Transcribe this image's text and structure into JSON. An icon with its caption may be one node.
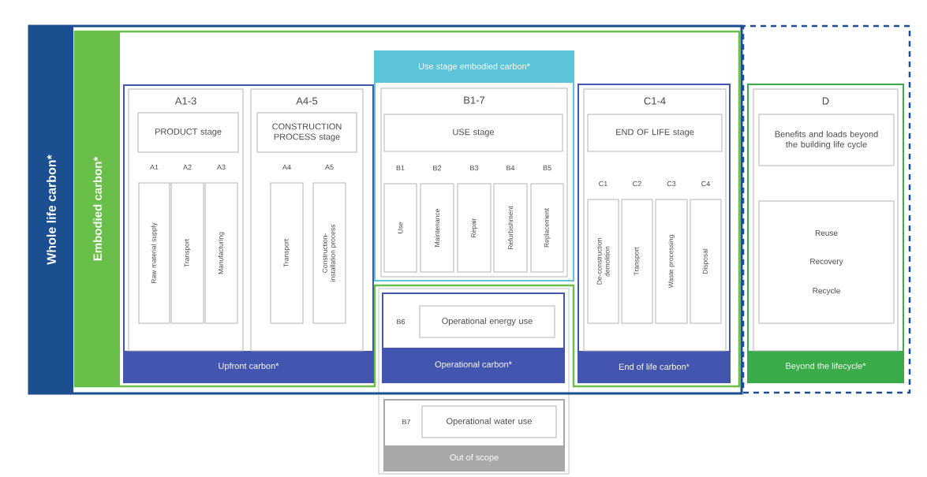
{
  "diagram": {
    "nodes": [
      {
        "text": [
          "Whole life carbon*"
        ]
      },
      {
        "text": [
          "Embodied carbon*"
        ],
        "in": 0
      },
      {
        "text": [
          "Upfront carbon*"
        ],
        "in": 1
      },
      {
        "text": [
          "A1-3"
        ],
        "in": 2
      },
      {
        "text": [
          "PRODUCT stage"
        ],
        "in": 3
      },
      {
        "text": [
          "Raw material supply"
        ],
        "in": 3,
        "beside": [
          "A1"
        ]
      },
      {
        "text": [
          "Transport"
        ],
        "in": 3,
        "beside": [
          "A2"
        ]
      },
      {
        "text": [
          "Manufacturing"
        ],
        "in": 3,
        "beside": [
          "A3"
        ]
      },
      {
        "text": [
          "A4-5"
        ],
        "in": 2
      },
      {
        "text": [
          "CONSTRUCTION PROCESS stage"
        ],
        "in": 8
      },
      {
        "text": [
          "Transport"
        ],
        "in": 8,
        "beside": [
          "A4"
        ]
      },
      {
        "text": [
          "Construction-installation process"
        ],
        "in": 8,
        "beside": [
          "A5"
        ]
      },
      {
        "text": [
          "Use stage embodied carbon*"
        ],
        "in": 1
      },
      {
        "text": [
          "B1-7"
        ],
        "in": 12
      },
      {
        "text": [
          "USE stage"
        ],
        "in": 13
      },
      {
        "text": [
          "Use"
        ],
        "in": 13,
        "beside": [
          "B1"
        ]
      },
      {
        "text": [
          "Maintenance"
        ],
        "in": 13,
        "beside": [
          "B2"
        ]
      },
      {
        "text": [
          "Repair"
        ],
        "in": 13,
        "beside": [
          "B3"
        ]
      },
      {
        "text": [
          "Refurbishment"
        ],
        "in": 13,
        "beside": [
          "B4"
        ]
      },
      {
        "text": [
          "Replacement"
        ],
        "in": 13,
        "beside": [
          "B5"
        ]
      },
      {
        "text": [
          "End of life carbon*"
        ],
        "in": 1
      },
      {
        "text": [
          "C1-4"
        ],
        "in": 20
      },
      {
        "text": [
          "END OF LIFE stage"
        ],
        "in": 21
      },
      {
        "text": [
          "De-construction demolition"
        ],
        "in": 21,
        "beside": [
          "C1"
        ]
      },
      {
        "text": [
          "Transport"
        ],
        "in": 21,
        "beside": [
          "C2"
        ]
      },
      {
        "text": [
          "Waste processing"
        ],
        "in": 21,
        "beside": [
          "C3"
        ]
      },
      {
        "text": [
          "Disposal"
        ],
        "in": 21,
        "beside": [
          "C4"
        ]
      },
      {
        "text": [
          "Operational carbon*"
        ],
        "in": 0
      },
      {
        "text": [
          "Operational energy use"
        ],
        "in": 27,
        "beside": [
          "B6"
        ]
      },
      {
        "text": [
          "Out of scope"
        ]
      },
      {
        "text": [
          "Operational water use"
        ],
        "in": 29,
        "beside": [
          "B7"
        ]
      },
      {
        "text": [],
        "shape": "box"
      },
      {
        "text": [
          "Beyond the lifecycle*"
        ],
        "in": 31
      },
      {
        "text": [
          "D"
        ],
        "in": 32
      },
      {
        "text": [
          "Benefits and loads beyond the building life cycle"
        ],
        "in": 33
      },
      {
        "text": [
          "Reuse",
          "Recovery",
          "Recycle"
        ],
        "in": 33
      }
    ]
  }
}
